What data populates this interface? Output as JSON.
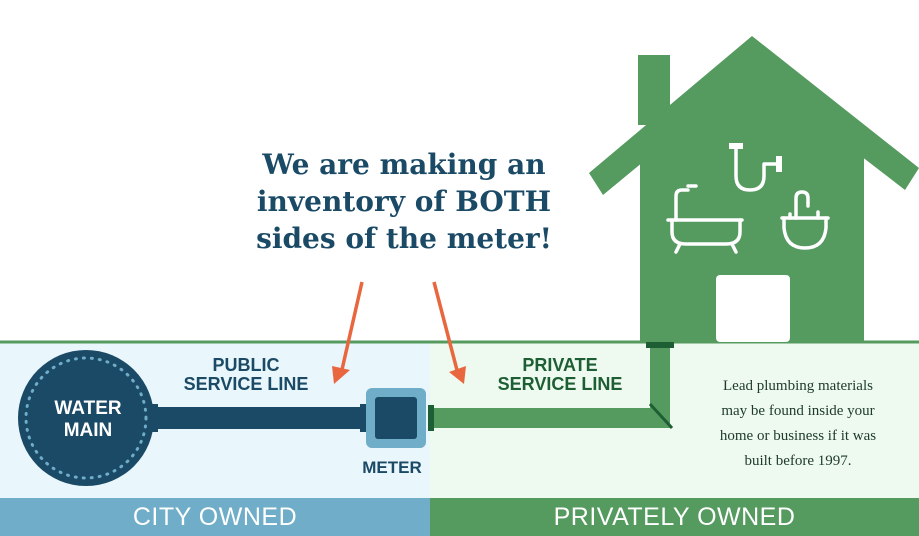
{
  "headline": [
    "We are making an",
    "inventory of BOTH",
    "sides of the meter!"
  ],
  "labels": {
    "public_service_line": [
      "PUBLIC",
      "SERVICE LINE"
    ],
    "private_service_line": [
      "PRIVATE",
      "SERVICE LINE"
    ],
    "water_main": [
      "WATER",
      "MAIN"
    ],
    "meter": "METER"
  },
  "note": [
    "Lead plumbing materials",
    "may be found inside your",
    "home or business if it was",
    "built before 1997."
  ],
  "bands": {
    "city": "CITY OWNED",
    "private": "PRIVATELY OWNED"
  },
  "icons": [
    "house-icon",
    "pipe-trap-icon",
    "bathtub-icon",
    "sink-icon",
    "arrow-icon"
  ],
  "colors": {
    "city_bg": "#e9f6fb",
    "private_bg": "#eefaef",
    "city_band": "#6fadc8",
    "private_band": "#559a5f",
    "navy": "#1a4a66",
    "green": "#559a5f",
    "arrow": "#e9673f"
  }
}
